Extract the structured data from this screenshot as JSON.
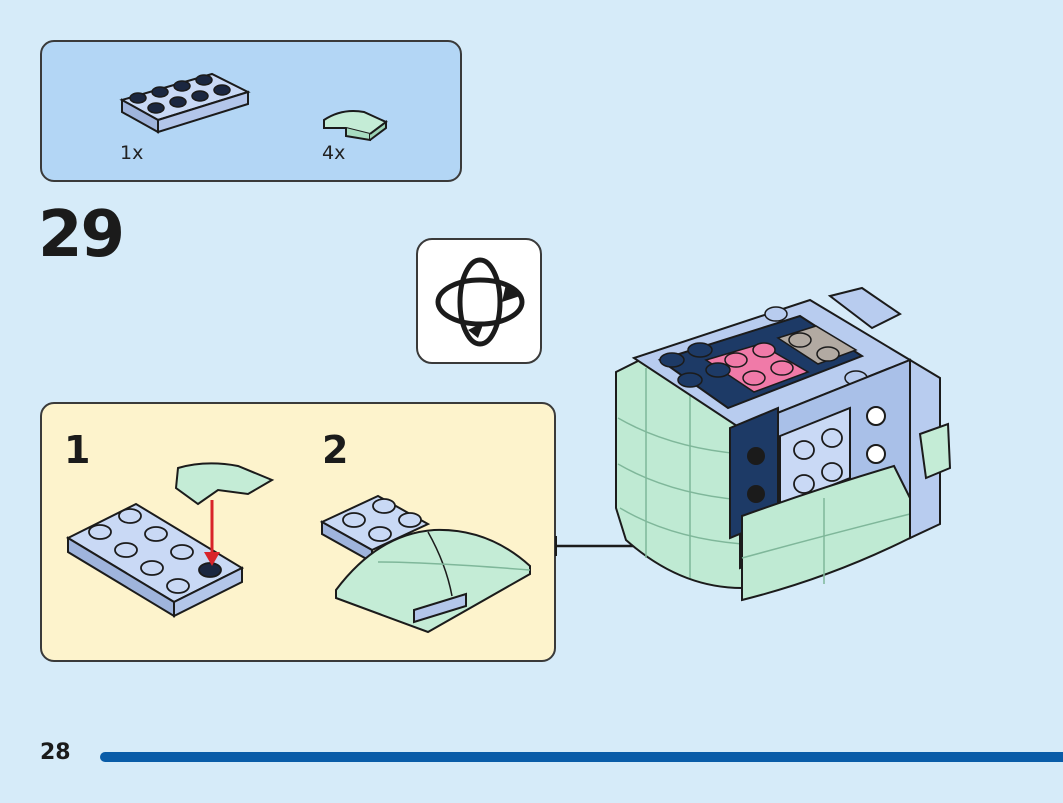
{
  "parts_callout": {
    "items": [
      {
        "icon": "light-blue-plate-2x4",
        "quantity": "1x"
      },
      {
        "icon": "transparent-green-curved-slope",
        "quantity": "4x"
      }
    ]
  },
  "step": {
    "number": "29",
    "rotate_icon": "rotate-model-icon"
  },
  "substeps": [
    {
      "number": "1"
    },
    {
      "number": "2"
    }
  ],
  "footer": {
    "page_number": "28"
  },
  "colors": {
    "background": "#d6ebf9",
    "parts_box": "#b3d6f5",
    "substep_box": "#fdf3cc",
    "page_bar": "#0a5ca8",
    "light_blue_brick": "#b8ccef",
    "trans_green": "#bfead3",
    "dark_blue": "#1d3a66",
    "pink": "#f07aa8",
    "red_arrow": "#d8232a"
  }
}
